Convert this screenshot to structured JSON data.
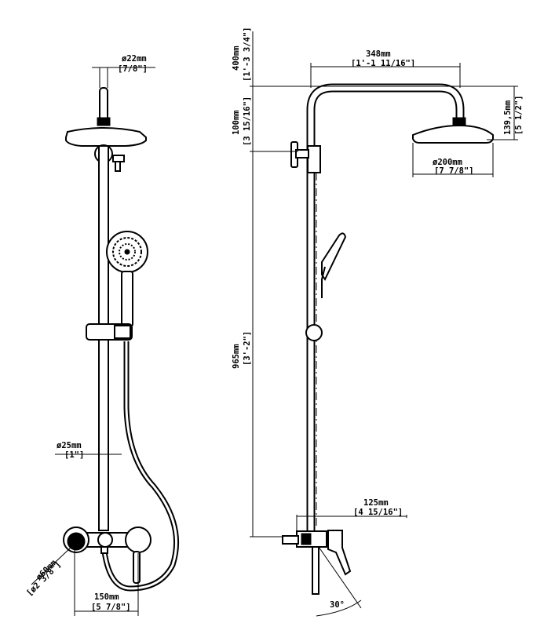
{
  "dimensions": {
    "top_pipe_diameter": {
      "mm": "ø22mm",
      "inch": "[7/8\"]"
    },
    "riser_diameter": {
      "mm": "ø25mm",
      "inch": "[1\"]"
    },
    "flange_diameter": {
      "mm": "ø60mm",
      "inch": "[ø2 3/8\"]"
    },
    "valve_centers": {
      "mm": "150mm",
      "inch": "[5 7/8\"]"
    },
    "arm_reach": {
      "mm": "348mm",
      "inch": "[1'-1 11/16\"]"
    },
    "arm_height": {
      "mm": "400mm",
      "inch": "[1'-3 3/4\"]"
    },
    "bracket_offset": {
      "mm": "100mm",
      "inch": "[3 15/16\"]"
    },
    "riser_height": {
      "mm": "965mm",
      "inch": "[3'-2\"]"
    },
    "head_drop": {
      "mm": "139,5mm",
      "inch": "[5 1/2\"]"
    },
    "head_diameter": {
      "mm": "ø200mm",
      "inch": "[7 7/8\"]"
    },
    "valve_projection": {
      "mm": "125mm",
      "inch": "[4 15/16\"]"
    },
    "handle_angle": {
      "label": "30°"
    }
  }
}
